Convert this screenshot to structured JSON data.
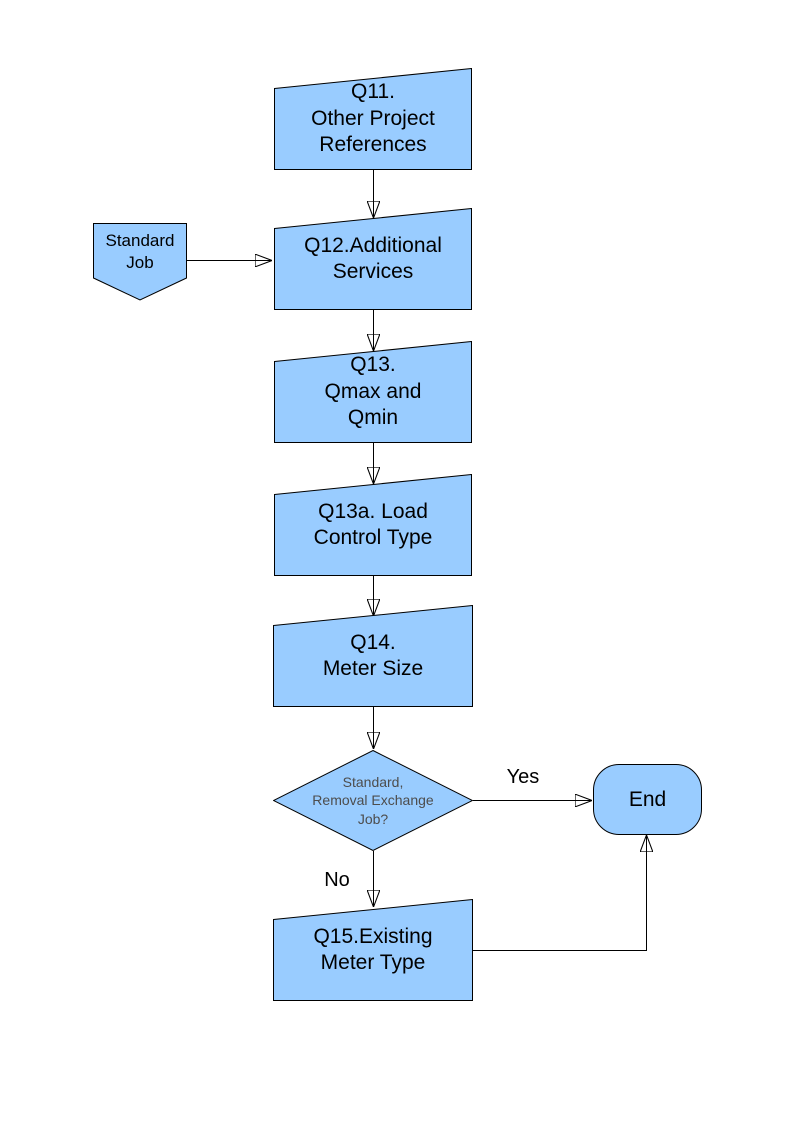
{
  "colors": {
    "background": "#FFFFFF",
    "node_fill": "#99CCFF",
    "node_border": "#000000",
    "text": "#000000",
    "decision_text": "#4D4D4D"
  },
  "nodes": {
    "q11": {
      "shape": "manual-input",
      "label": "Q11.\nOther Project\nReferences"
    },
    "standard_job": {
      "shape": "off-page-connector",
      "label": "Standard\nJob"
    },
    "q12": {
      "shape": "manual-input",
      "label": "Q12.Additional\nServices"
    },
    "q13": {
      "shape": "manual-input",
      "label": "Q13.\nQmax and\nQmin"
    },
    "q13a": {
      "shape": "manual-input",
      "label": "Q13a. Load\nControl Type"
    },
    "q14": {
      "shape": "manual-input",
      "label": "Q14.\nMeter Size"
    },
    "decision": {
      "shape": "decision",
      "label": "Standard,\nRemoval Exchange\nJob?"
    },
    "end": {
      "shape": "terminator",
      "label": "End"
    },
    "q15": {
      "shape": "manual-input",
      "label": "Q15.Existing\nMeter Type"
    }
  },
  "edges": [
    {
      "from": "q11",
      "to": "q12",
      "label": ""
    },
    {
      "from": "standard_job",
      "to": "q12",
      "label": ""
    },
    {
      "from": "q12",
      "to": "q13",
      "label": ""
    },
    {
      "from": "q13",
      "to": "q13a",
      "label": ""
    },
    {
      "from": "q13a",
      "to": "q14",
      "label": ""
    },
    {
      "from": "q14",
      "to": "decision",
      "label": ""
    },
    {
      "from": "decision",
      "to": "end",
      "label": "Yes"
    },
    {
      "from": "decision",
      "to": "q15",
      "label": "No"
    },
    {
      "from": "q15",
      "to": "end",
      "label": ""
    }
  ]
}
